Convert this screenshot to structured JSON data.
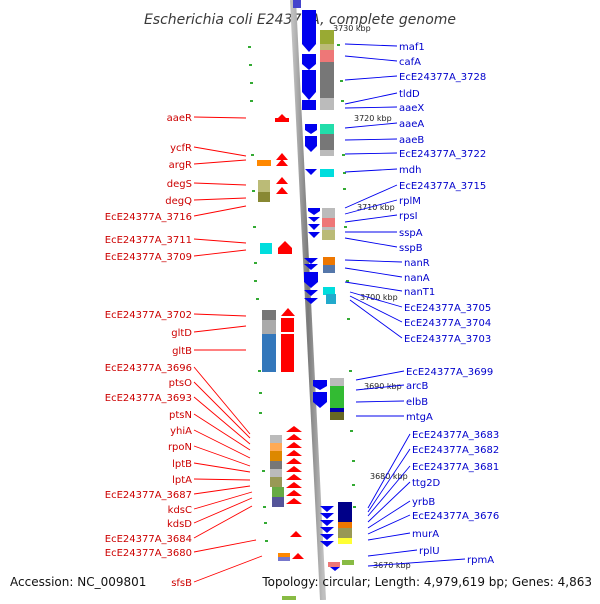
{
  "title": "Escherichia coli E24377A, complete genome",
  "footer": {
    "accession": "Accession: NC_009801",
    "topology": "Topology: circular; Length: 4,979,619 bp; Genes: 4,863"
  },
  "ticks": [
    "3730 kbp",
    "3720 kbp",
    "3710 kbp",
    "3700 kbp",
    "3690 kbp",
    "3680 kbp",
    "3670 kbp"
  ],
  "genes_minus_strand": [
    "aaeR",
    "ycfR",
    "argR",
    "degS",
    "degQ",
    "EcE24377A_3716",
    "EcE24377A_3711",
    "EcE24377A_3709",
    "EcE24377A_3702",
    "gltD",
    "gltB",
    "EcE24377A_3696",
    "ptsO",
    "EcE24377A_3693",
    "ptsN",
    "yhiA",
    "rpoN",
    "lptB",
    "lptA",
    "EcE24377A_3687",
    "kdsC",
    "kdsD",
    "EcE24377A_3684",
    "EcE24377A_3680",
    "sfsB"
  ],
  "genes_plus_strand": [
    "maf1",
    "cafA",
    "EcE24377A_3728",
    "tldD",
    "aaeX",
    "aaeA",
    "aaeB",
    "EcE24377A_3722",
    "mdh",
    "EcE24377A_3715",
    "rplM",
    "rpsI",
    "sspA",
    "sspB",
    "nanR",
    "nanA",
    "nanT1",
    "EcE24377A_3705",
    "EcE24377A_3704",
    "EcE24377A_3703",
    "EcE24377A_3699",
    "arcB",
    "elbB",
    "mtgA",
    "EcE24377A_3683",
    "EcE24377A_3682",
    "EcE24377A_3681",
    "ttg2D",
    "yrbB",
    "EcE24377A_3676",
    "murA",
    "rplU",
    "rpmA"
  ],
  "colors": {
    "minus_strand": "#ff0000",
    "plus_strand": "#0000ee",
    "minus_label": "#cc0000",
    "plus_label": "#0000cc",
    "backbone": "#888888"
  }
}
